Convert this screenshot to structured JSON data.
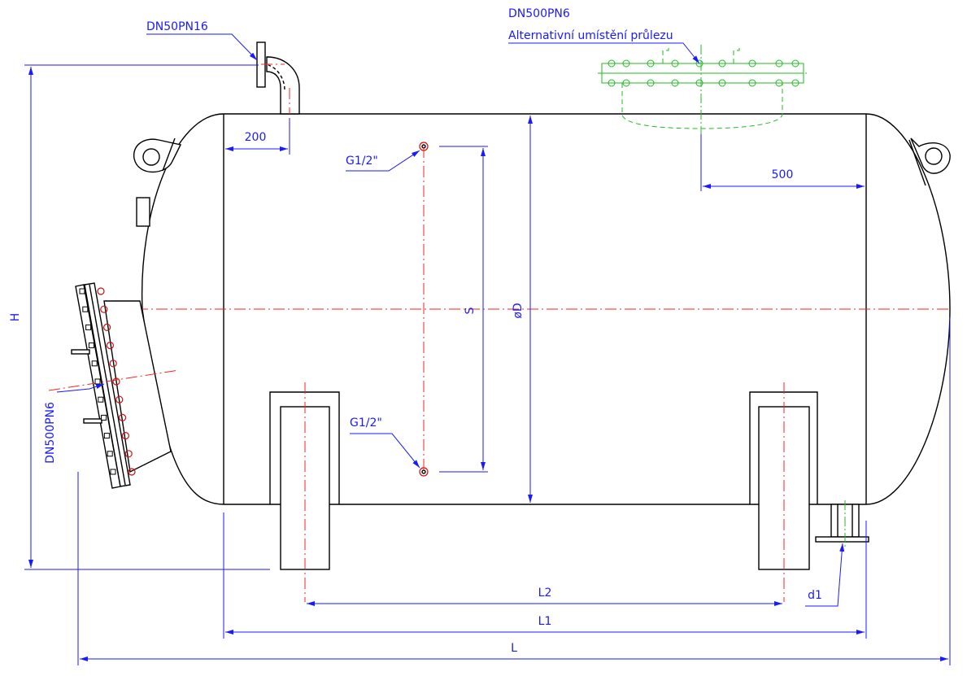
{
  "drawing": {
    "dimensions": {
      "length_total": "L",
      "length_shell": "L1",
      "support_spacing": "L2",
      "height": "H",
      "diameter": "øD",
      "sensor_spacing": "S",
      "nozzle_offset": "200",
      "manhole_offset": "500",
      "drain_diameter": "d1"
    },
    "nozzles": {
      "top_nozzle": "DN50PN16",
      "side_manhole": "DN500PN6",
      "top_manhole": "DN500PN6",
      "top_manhole_note": "Alternativní umístění průlezu",
      "sensor_upper": "G1/2\"",
      "sensor_lower": "G1/2\""
    },
    "colors": {
      "outline": "#000000",
      "dimension": "#1a1aff",
      "centerline": "#ff2020",
      "alternative": "#22bb22"
    }
  }
}
